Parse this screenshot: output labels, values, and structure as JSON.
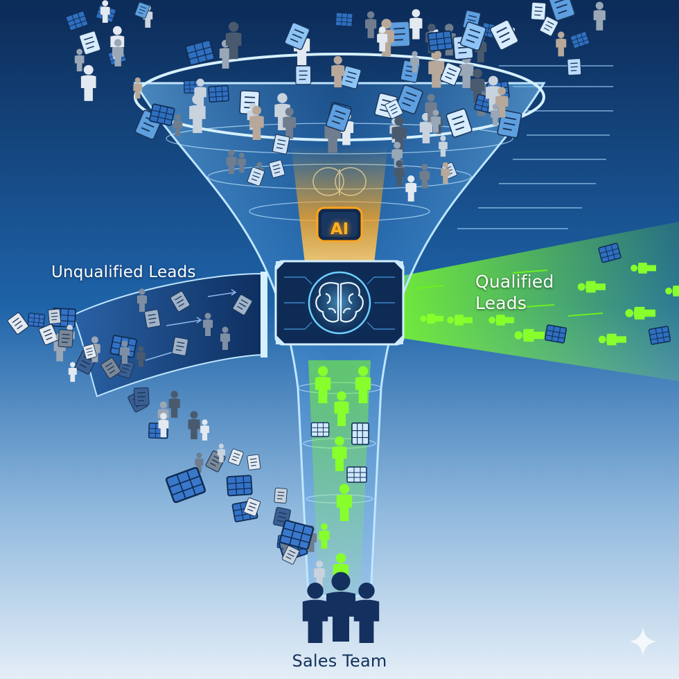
{
  "diagram": {
    "labels": {
      "unqualified": "Unqualified Leads",
      "qualified_line1": "Qualified",
      "qualified_line2": "Leads",
      "ai": "AI",
      "sales": "Sales Team"
    },
    "colors": {
      "background_top": "#0d2f5e",
      "background_bottom": "#dbe8f4",
      "funnel_edge": "#9fd8ff",
      "funnel_glass": "#5ab4ff",
      "qualified_green": "#7dff2a",
      "ai_orange": "#ffa41c",
      "processor_dark": "#0d2b55",
      "sales_team_navy": "#14305e",
      "unqualified_chute": "#1a4a86"
    },
    "icons": [
      "person-icon",
      "document-icon",
      "chart-icon",
      "brain-icon",
      "chip-icon",
      "sparkle-icon"
    ]
  }
}
